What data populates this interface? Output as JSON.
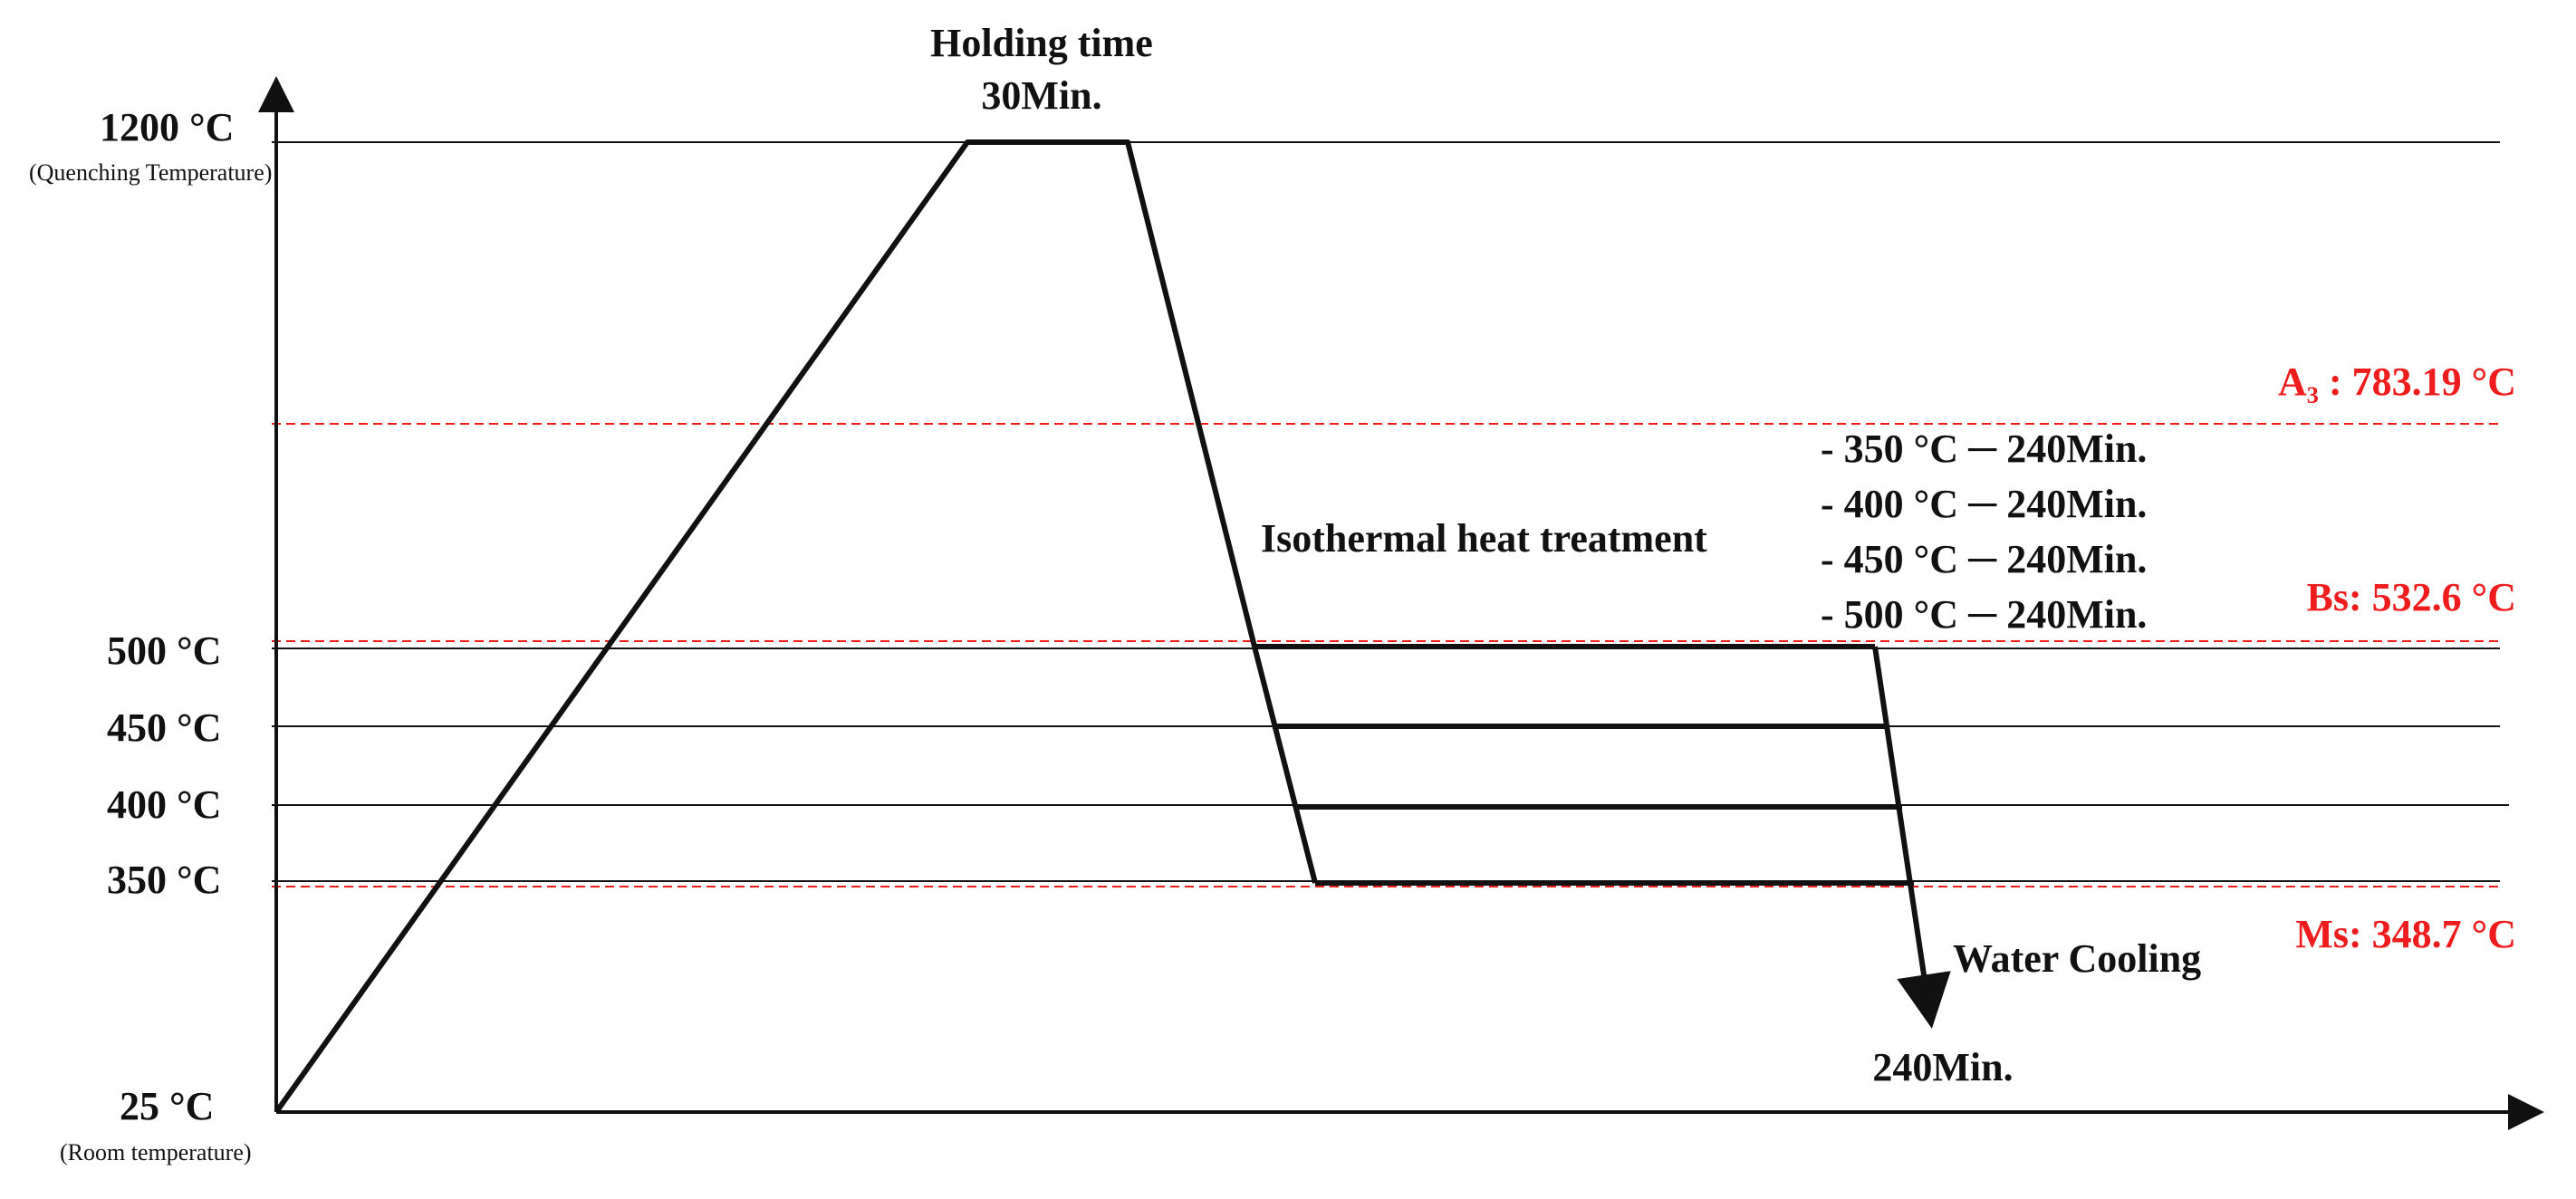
{
  "colors": {
    "line": "#111111",
    "critical": "#ee1c1c"
  },
  "temperature_labels": {
    "t1200": "1200 °C",
    "t1200_note": "(Quenching Temperature)",
    "t500": "500 °C",
    "t450": "450 °C",
    "t400": "400 °C",
    "t350": "350 °C",
    "t25": "25 °C",
    "t25_note": "(Room temperature)"
  },
  "holding": {
    "title": "Holding time",
    "duration": "30Min."
  },
  "isothermal": {
    "title": "Isothermal  heat treatment",
    "conditions": [
      "- 350 °C ─ 240Min.",
      "- 400 °C ─ 240Min.",
      "- 450 °C ─ 240Min.",
      "- 500 °C ─ 240Min."
    ]
  },
  "critical_temps": {
    "a3": "A₃ : 783.19 °C",
    "bs": "Bs: 532.6 °C",
    "ms": "Ms: 348.7 °C"
  },
  "cooling": {
    "label": "Water Cooling",
    "time": "240Min."
  }
}
